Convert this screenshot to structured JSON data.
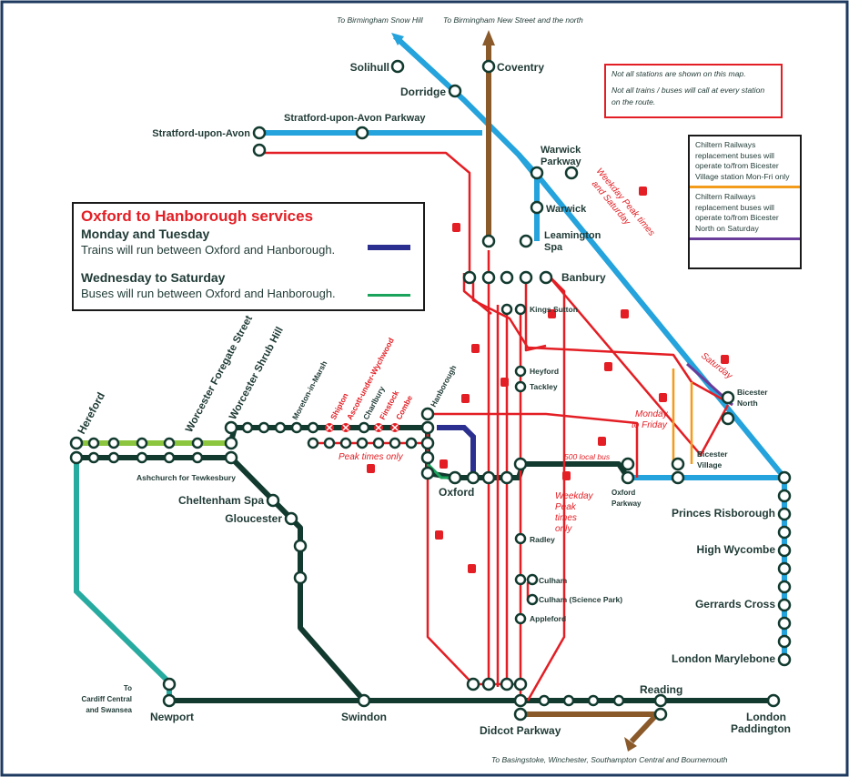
{
  "legend": {
    "title": "Oxford to Hanborough services",
    "sections": [
      {
        "heading": "Monday and Tuesday",
        "text": "Trains will run between Oxford and Hanborough.",
        "color": "#2b2f8f"
      },
      {
        "heading": "Wednesday to Saturday",
        "text": "Buses will run between Oxford and Hanborough.",
        "color": "#1aa35a"
      }
    ]
  },
  "notes": {
    "line1": "Not all stations are shown on this map.",
    "line2": "Not all trains / buses will call at every station on the route."
  },
  "bus_notes": [
    {
      "text": "Chiltern Railways replacement buses will operate to/from Bicester Village station Mon-Fri only",
      "color": "#f39c1b"
    },
    {
      "text": "Chiltern Railways replacement buses will operate to/from Bicester North on Saturday",
      "color": "#6a3d9a"
    }
  ],
  "destinations": {
    "snow_hill": "To Birmingham Snow Hill",
    "new_street": "To Birmingham New Street and the north",
    "south": "To Basingstoke, Winchester, Southampton Central and Bournemouth",
    "cardiff_1": "To",
    "cardiff_2": "Cardiff Central",
    "cardiff_3": "and Swansea"
  },
  "stations": {
    "solihull": "Solihull",
    "coventry": "Coventry",
    "dorridge": "Dorridge",
    "stratford_parkway": "Stratford-upon-Avon Parkway",
    "stratford": "Stratford-upon-Avon",
    "warwick_parkway_1": "Warwick",
    "warwick_parkway_2": "Parkway",
    "warwick": "Warwick",
    "leamington_1": "Leamington",
    "leamington_2": "Spa",
    "banbury": "Banbury",
    "kings_sutton": "Kings Sutton",
    "heyford": "Heyford",
    "tackley": "Tackley",
    "bicester_north_1": "Bicester",
    "bicester_north_2": "North",
    "bicester_village_1": "Bicester",
    "bicester_village_2": "Village",
    "oxford": "Oxford",
    "oxford_parkway_1": "Oxford",
    "oxford_parkway_2": "Parkway",
    "princes_risborough": "Princes Risborough",
    "high_wycombe": "High Wycombe",
    "gerrards_cross": "Gerrards Cross",
    "london_marylebone": "London Marylebone",
    "radley": "Radley",
    "culham": "Culham",
    "culham_sp": "Culham (Science Park)",
    "appleford": "Appleford",
    "hereford": "Hereford",
    "worcester_fs": "Worcester Foregate Street",
    "worcester_sh": "Worcester Shrub Hill",
    "moreton": "Moreton-in-Marsh",
    "shipton": "Shipton",
    "ascott": "Ascott-under-Wychwood",
    "charlbury": "Charlbury",
    "finstock": "Finstock",
    "combe": "Combe",
    "hanborough": "Hanborough",
    "ashchurch": "Ashchurch for Tewkesbury",
    "cheltenham": "Cheltenham Spa",
    "gloucester": "Gloucester",
    "newport": "Newport",
    "swindon": "Swindon",
    "didcot": "Didcot Parkway",
    "reading": "Reading",
    "london_pad_1": "London",
    "london_pad_2": "Paddington"
  },
  "red_labels": {
    "weekday_peak_sat_1": "Weekday Peak times",
    "weekday_peak_sat_2": "and Saturday",
    "saturday": "Saturday",
    "mon_fri_1": "Monday",
    "mon_fri_2": "to Friday",
    "local_bus": "500 local bus",
    "peak_only": "Peak times only",
    "wd_peak_1": "Weekday",
    "wd_peak_2": "Peak",
    "wd_peak_3": "times",
    "wd_peak_4": "only"
  },
  "colors": {
    "green_dark": "#123a2f",
    "blue": "#24a3dc",
    "brown": "#8a5a2b",
    "red": "#e31e24",
    "teal": "#27aba0",
    "lime": "#8cc63f",
    "orange": "#f39c1b",
    "purple": "#6a3d9a",
    "navy": "#2b2f8f",
    "green_bus": "#1aa35a",
    "frame": "#1e3a5f"
  }
}
